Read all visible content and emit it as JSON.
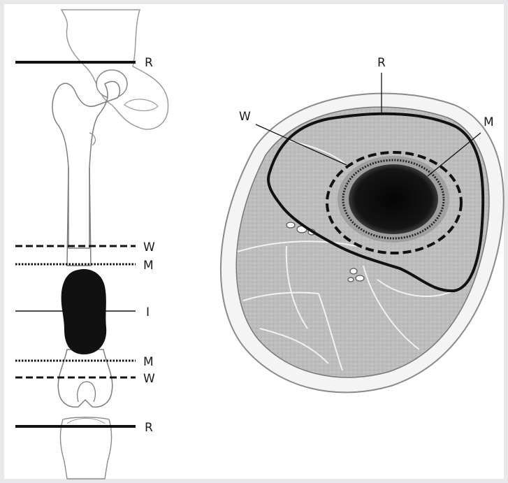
{
  "left_figure": {
    "labels": {
      "top_resection": "R",
      "upper_wide": "W",
      "upper_marginal": "M",
      "intralesional": "I",
      "lower_marginal": "M",
      "lower_wide": "W",
      "bottom_resection": "R"
    }
  },
  "right_figure": {
    "labels": {
      "radical": "R",
      "wide": "W",
      "marginal": "M"
    }
  },
  "colors": {
    "background": "#e8e8ea",
    "panel": "#ffffff",
    "tumor": "#111111",
    "line": "#111111"
  }
}
